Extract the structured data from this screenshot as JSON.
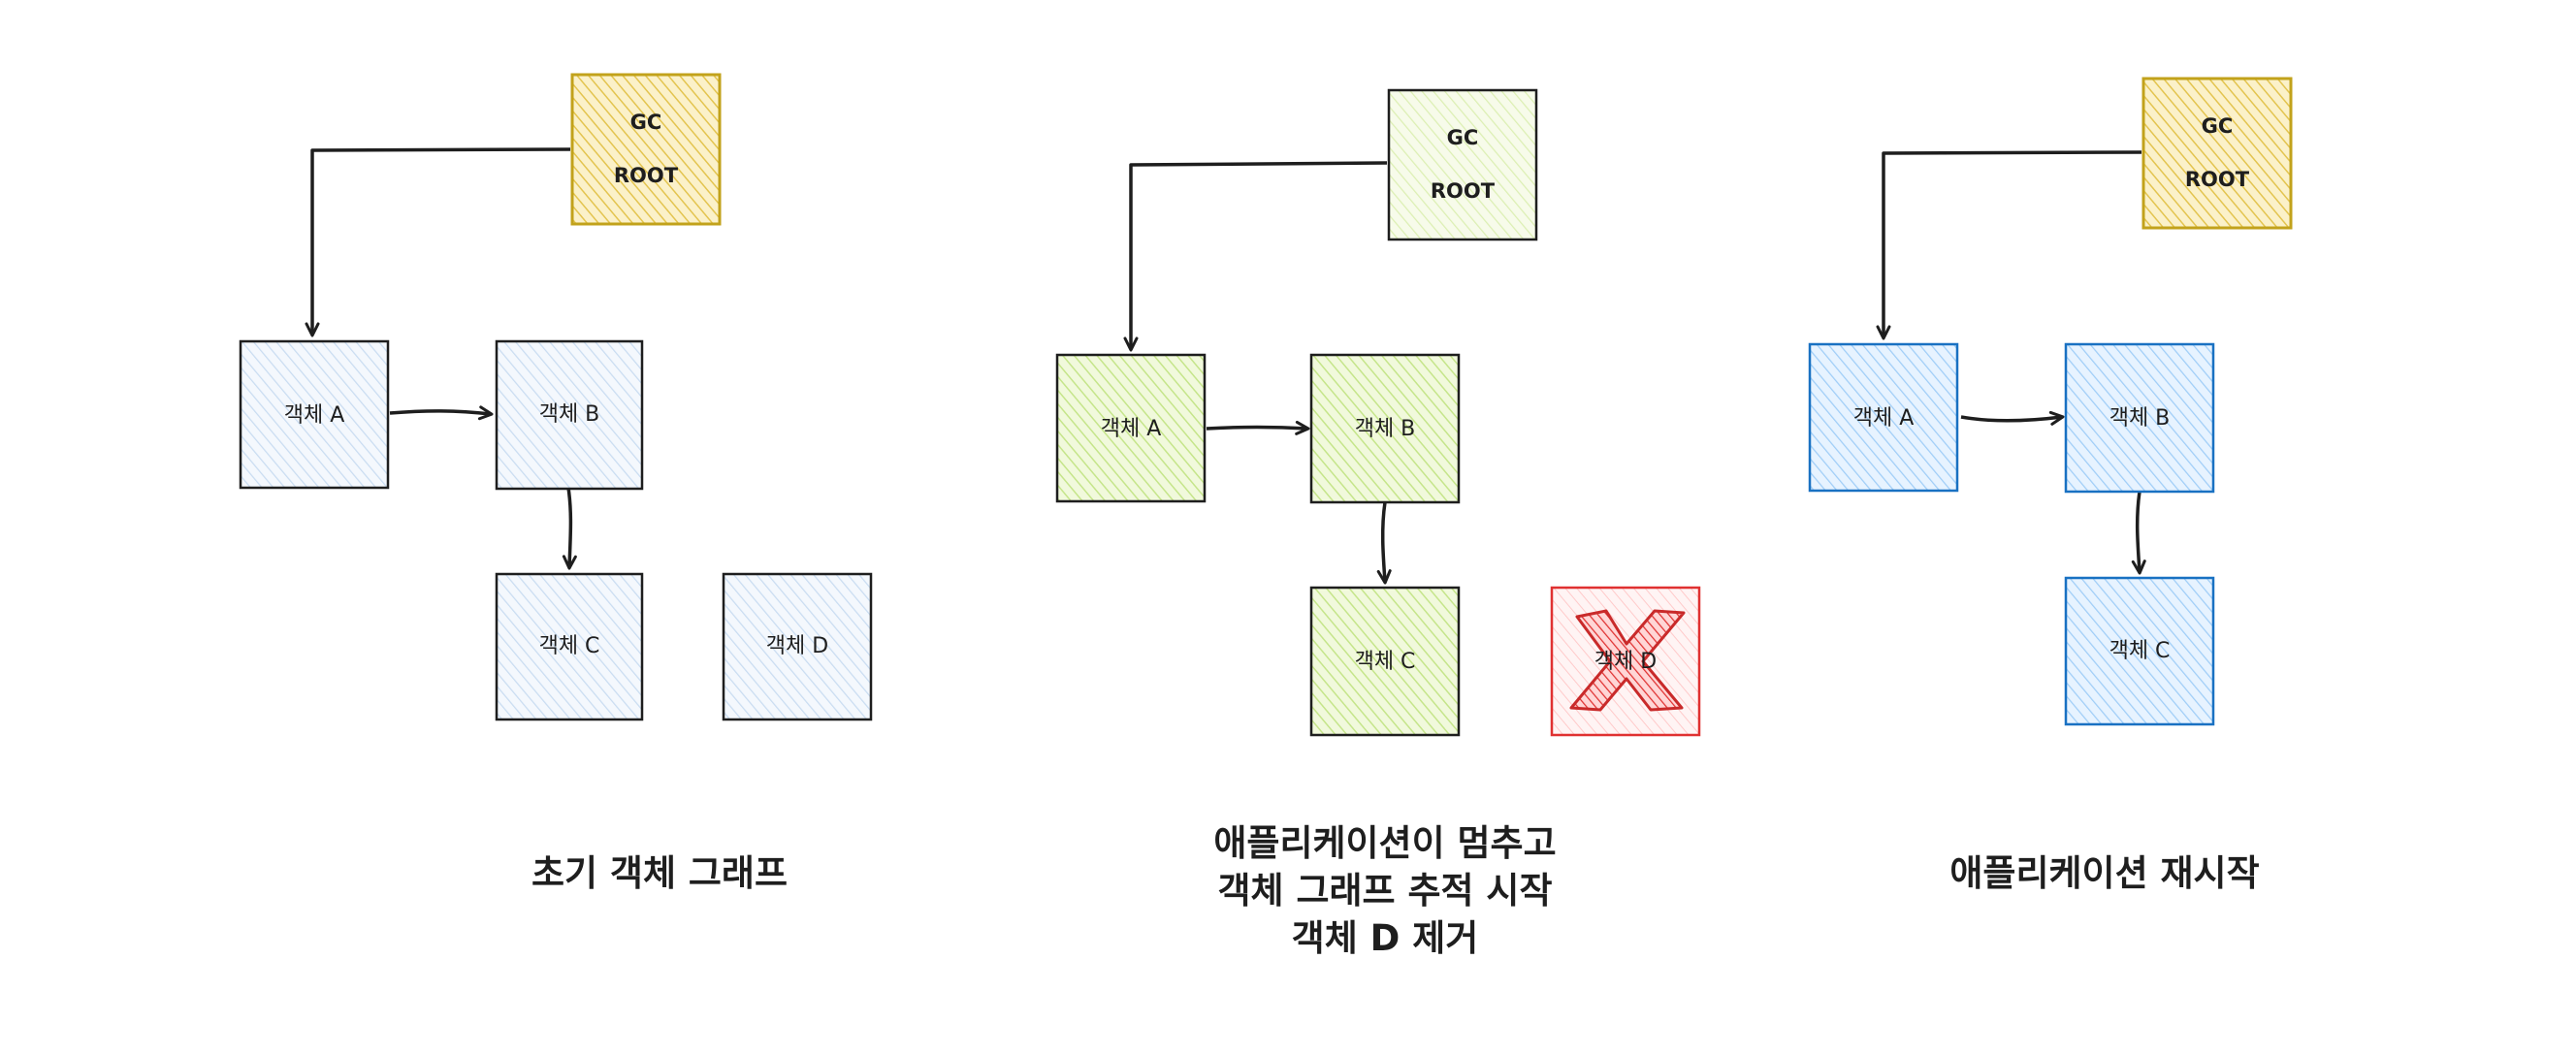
{
  "colors": {
    "root_fill": "#f2d985",
    "root_stroke": "#c2a21b",
    "blue_fill": "#dbe8f6",
    "blue_stroke": "#1e1e1e",
    "green_fill": "#d8ef9e",
    "green_stroke": "#1e1e1e",
    "teal_fill": "#a5d8ff",
    "teal_stroke": "#1971c2",
    "gray_root_fill": "#e9f3cf",
    "gray_root_stroke": "#1e1e1e",
    "removed_fill": "#ffe3e3",
    "removed_stroke": "#e03131",
    "x_mark": "#c92a2a"
  },
  "panels": [
    {
      "caption": [
        "초기 객체 그래프"
      ],
      "root": {
        "line1": "GC",
        "line2": "ROOT"
      },
      "nodes": {
        "a": "객체 A",
        "b": "객체 B",
        "c": "객체 C",
        "d": "객체 D"
      }
    },
    {
      "caption": [
        "애플리케이션이 멈추고",
        "객체 그래프 추적 시작",
        "객체 D 제거"
      ],
      "root": {
        "line1": "GC",
        "line2": "ROOT"
      },
      "nodes": {
        "a": "객체 A",
        "b": "객체 B",
        "c": "객체 C",
        "d": "객체 D"
      },
      "removed_mark": "x-mark-icon"
    },
    {
      "caption": [
        "애플리케이션 재시작"
      ],
      "root": {
        "line1": "GC",
        "line2": "ROOT"
      },
      "nodes": {
        "a": "객체 A",
        "b": "객체 B",
        "c": "객체 C"
      }
    }
  ]
}
